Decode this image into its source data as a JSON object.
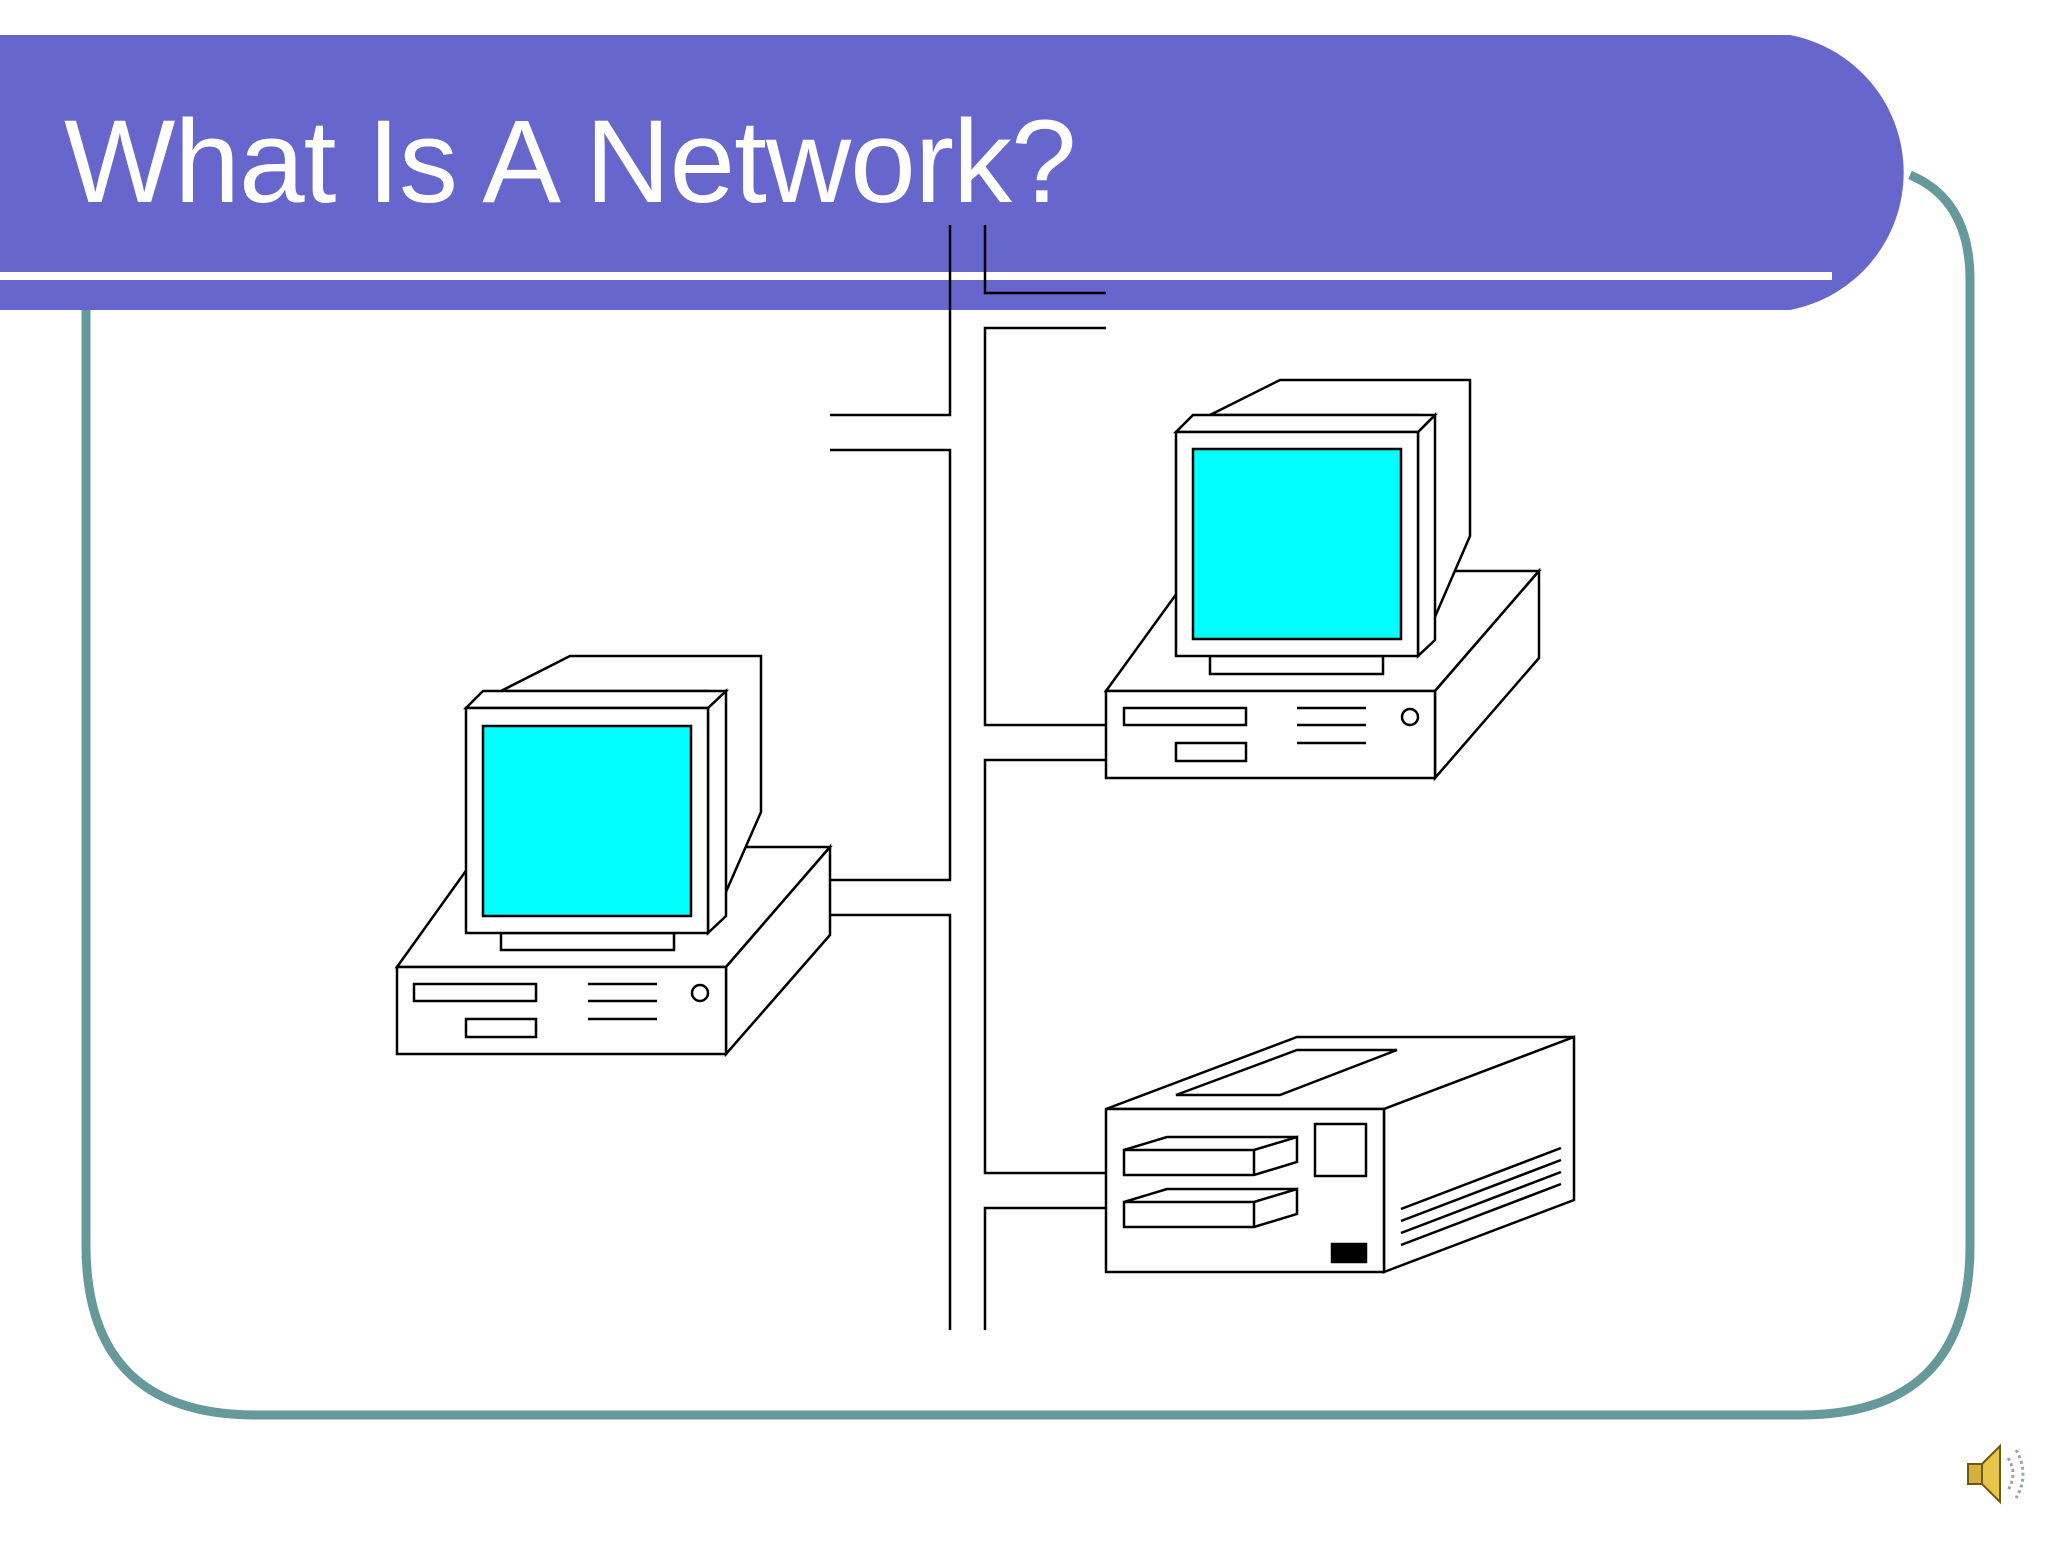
{
  "slide": {
    "title": "What Is A Network?"
  },
  "theme": {
    "title_bar_color": "#6766CC",
    "frame_color": "#669999",
    "screen_color": "#00FFFF",
    "line_color": "#000000"
  },
  "diagram": {
    "nodes": [
      {
        "id": "workstation-left",
        "kind": "desktop-computer"
      },
      {
        "id": "workstation-right",
        "kind": "desktop-computer"
      },
      {
        "id": "server",
        "kind": "server-tower"
      }
    ],
    "links": [
      {
        "from": "workstation-left",
        "to": "backbone-cable"
      },
      {
        "from": "workstation-right",
        "to": "backbone-cable"
      },
      {
        "from": "server",
        "to": "backbone-cable"
      }
    ],
    "icons": [
      "speaker-icon"
    ]
  }
}
